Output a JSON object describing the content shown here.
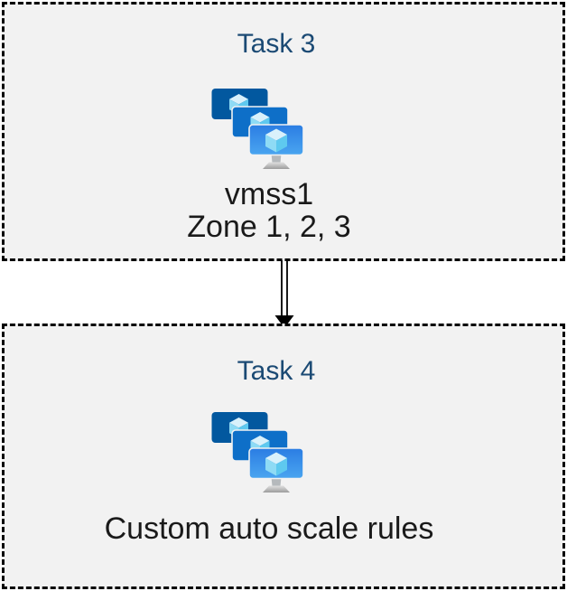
{
  "diagram": {
    "tasks": [
      {
        "title": "Task 3",
        "icon": "vm-scale-set-icon",
        "lines": [
          "vmss1",
          "Zone 1, 2, 3"
        ]
      },
      {
        "title": "Task 4",
        "icon": "vm-scale-set-icon",
        "lines": [
          "Custom auto scale rules"
        ]
      }
    ],
    "connector": {
      "from": "Task 3",
      "to": "Task 4",
      "style": "double-line-arrow",
      "direction": "down"
    },
    "colors": {
      "box_background": "#f2f2f2",
      "box_border": "#000000",
      "title_text": "#1b4a74",
      "body_text": "#1a1a1a",
      "monitor_back": "#02589f",
      "monitor_middle": "#0e6fc8",
      "monitor_front_top": "#2b7de3",
      "monitor_front_bottom": "#4aa5f0",
      "cube_top": "#d9f1fb",
      "cube_left": "#8edbf5",
      "cube_right": "#5ec9ef",
      "stand_neck": "#b5b9bc",
      "stand_base_top": "#e0e0e0",
      "stand_base_bottom": "#9c9c9c",
      "arrow": "#000000"
    }
  }
}
